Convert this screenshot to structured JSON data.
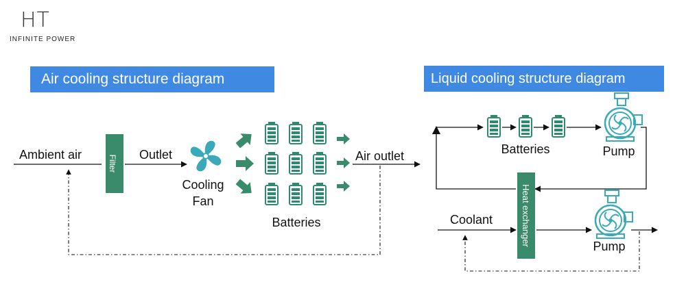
{
  "logo": {
    "mark": "HT",
    "tagline": "INFINITE POWER"
  },
  "colors": {
    "green": "#3a8a6c",
    "teal": "#3aa9b8",
    "title_bg": "#4089e2",
    "battery": "#2d8a70"
  },
  "air": {
    "title": "Air cooling structure diagram",
    "ambient": "Ambient air",
    "filter": "Filter",
    "outlet": "Outlet",
    "fan_line1": "Cooling",
    "fan_line2": "Fan",
    "batteries": "Batteries",
    "air_outlet": "Air outlet"
  },
  "liquid": {
    "title": "Liquid cooling structure diagram",
    "batteries": "Batteries",
    "pump_top": "Pump",
    "heat_exchanger": "Heat exchanger",
    "coolant": "Coolant",
    "pump_bottom": "Pump"
  },
  "icons": {
    "fan": "fan-icon",
    "battery": "battery-icon",
    "pump": "pump-icon",
    "arrow": "arrow-icon"
  }
}
